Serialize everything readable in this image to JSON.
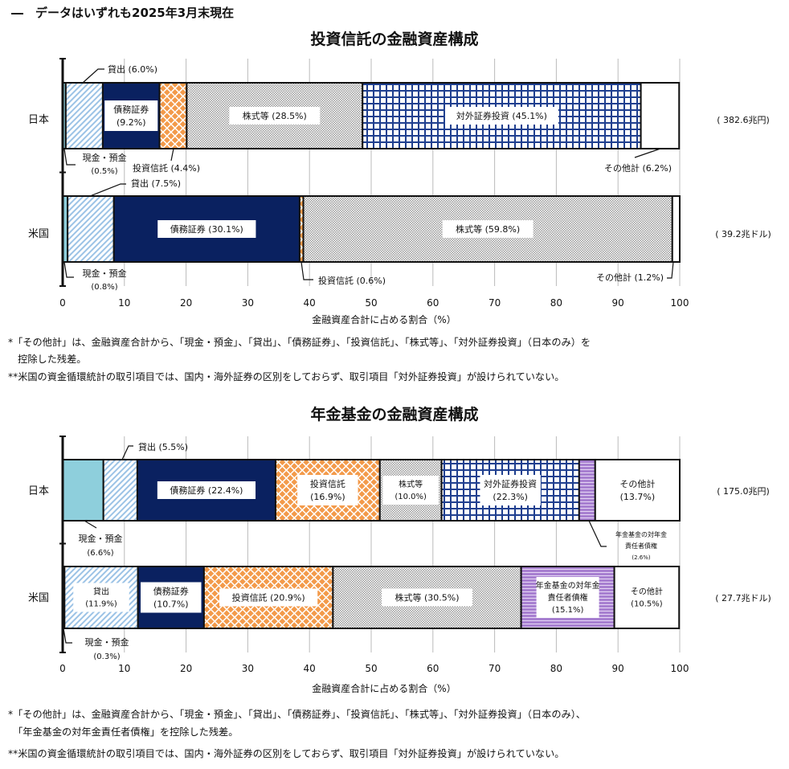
{
  "header": "―　データはいずれも2025年3月末現在",
  "colors": {
    "cash": "#8ecfdc",
    "loans": "#9cc3e6",
    "bonds": "#0a2160",
    "investment_trusts": "#f39a4a",
    "stocks": "#9a9a9a",
    "foreign_securities": "#1f3f8f",
    "pension_claims": "#a77fd0",
    "other": "#ffffff"
  },
  "chart_data": [
    {
      "type": "bar",
      "orientation": "horizontal-stacked",
      "title": "投資信託の金融資産構成",
      "xlabel": "金融資産合計に占める割合（%）",
      "xlim": [
        0,
        100
      ],
      "xticks": [
        "0",
        "10",
        "20",
        "30",
        "40",
        "50",
        "60",
        "70",
        "80",
        "90",
        "100"
      ],
      "grid": true,
      "categories": [
        "日本",
        "米国"
      ],
      "totals": [
        "( 382.6兆円)",
        "( 39.2兆ドル)"
      ],
      "series": [
        {
          "key": "cash",
          "name": "現金・預金",
          "values": [
            0.5,
            0.8
          ]
        },
        {
          "key": "loans",
          "name": "貸出",
          "values": [
            6.0,
            7.5
          ]
        },
        {
          "key": "bonds",
          "name": "債務証券",
          "values": [
            9.2,
            30.1
          ]
        },
        {
          "key": "investment_trusts",
          "name": "投資信託",
          "values": [
            4.4,
            0.6
          ]
        },
        {
          "key": "stocks",
          "name": "株式等",
          "values": [
            28.5,
            59.8
          ]
        },
        {
          "key": "foreign_securities",
          "name": "対外証券投資",
          "values": [
            45.1,
            null
          ]
        },
        {
          "key": "other",
          "name": "その他計",
          "values": [
            6.2,
            1.2
          ]
        }
      ],
      "notes": [
        "*「その他計」は、金融資産合計から、「現金・預金」、「貸出」、「債務証券」、「投資信託」、「株式等」、「対外証券投資」（日本のみ）を",
        "　控除した残差。",
        "**米国の資金循環統計の取引項目では、国内・海外証券の区別をしておらず、取引項目「対外証券投資」が設けられていない。"
      ]
    },
    {
      "type": "bar",
      "orientation": "horizontal-stacked",
      "title": "年金基金の金融資産構成",
      "xlabel": "金融資産合計に占める割合（%）",
      "xlim": [
        0,
        100
      ],
      "xticks": [
        "0",
        "10",
        "20",
        "30",
        "40",
        "50",
        "60",
        "70",
        "80",
        "90",
        "100"
      ],
      "grid": true,
      "categories": [
        "日本",
        "米国"
      ],
      "totals": [
        "( 175.0兆円)",
        "( 27.7兆ドル)"
      ],
      "series": [
        {
          "key": "cash",
          "name": "現金・預金",
          "values": [
            6.6,
            0.3
          ]
        },
        {
          "key": "loans",
          "name": "貸出",
          "values": [
            5.5,
            11.9
          ]
        },
        {
          "key": "bonds",
          "name": "債務証券",
          "values": [
            22.4,
            10.7
          ]
        },
        {
          "key": "investment_trusts",
          "name": "投資信託",
          "values": [
            16.9,
            20.9
          ]
        },
        {
          "key": "stocks",
          "name": "株式等",
          "values": [
            10.0,
            30.5
          ]
        },
        {
          "key": "foreign_securities",
          "name": "対外証券投資",
          "values": [
            22.3,
            null
          ]
        },
        {
          "key": "pension_claims",
          "name": "年金基金の対年金責任者債権",
          "values": [
            2.6,
            15.1
          ]
        },
        {
          "key": "other",
          "name": "その他計",
          "values": [
            13.7,
            10.5
          ]
        }
      ],
      "notes": [
        "*「その他計」は、金融資産合計から、「現金・預金」、「貸出」、「債務証券」、「投資信託」、「株式等」、「対外証券投資」（日本のみ）、",
        "　「年金基金の対年金責任者債権」を控除した残差。",
        "**米国の資金循環統計の取引項目では、国内・海外証券の区別をしておらず、取引項目「対外証券投資」が設けられていない。"
      ]
    }
  ]
}
